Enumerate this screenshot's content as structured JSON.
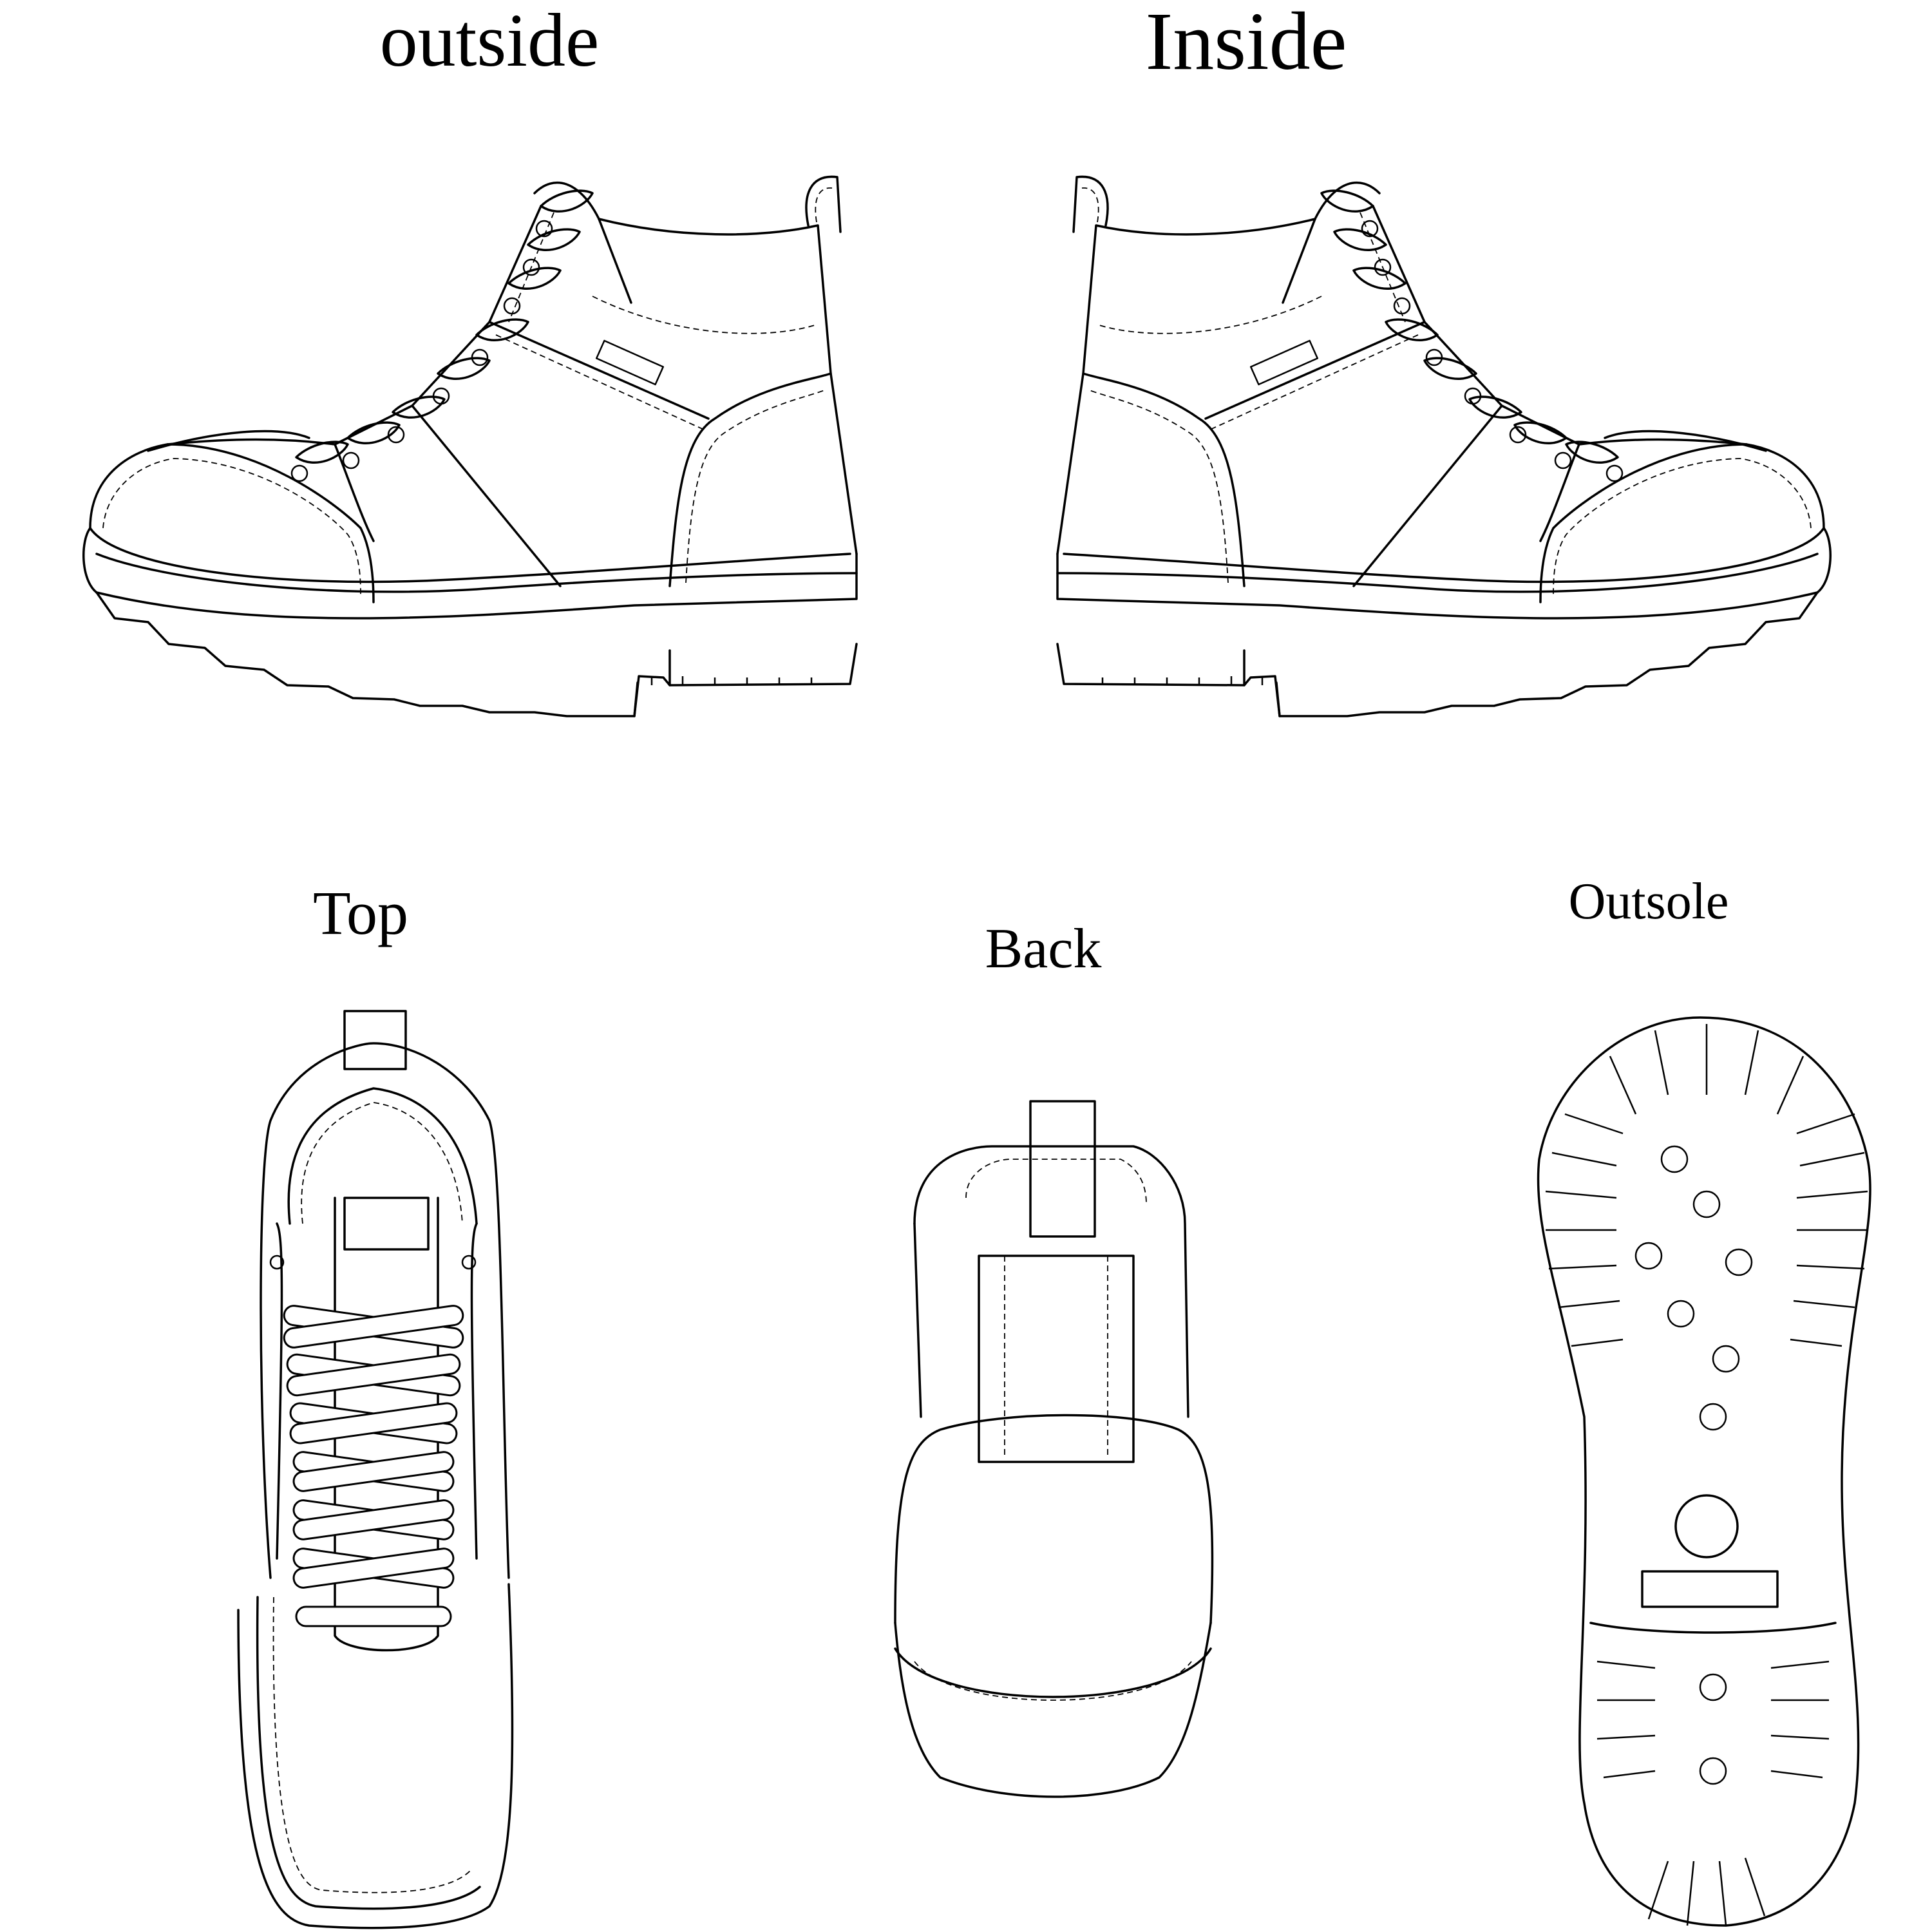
{
  "views": {
    "outside": "outside",
    "inside": "Inside",
    "top": "Top",
    "back": "Back",
    "outsole": "Outsole"
  },
  "colors": {
    "line": "#000000",
    "background": "#ffffff"
  }
}
